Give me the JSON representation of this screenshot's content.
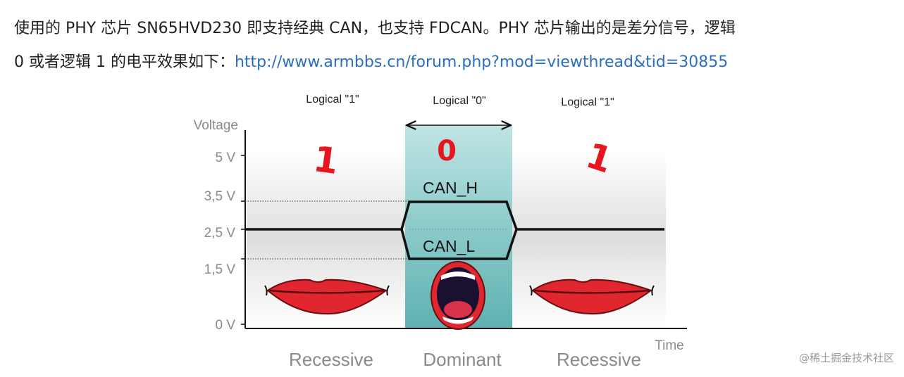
{
  "text": {
    "line1": "使用的 PHY 芯片 SN65HVD230 即支持经典 CAN，也支持 FDCAN。PHY 芯片输出的是差分信号，逻辑",
    "line2_prefix": "0 或者逻辑 1 的电平效果如下：",
    "line2_link": "http://www.armbbs.cn/forum.php?mod=viewthread&tid=30855"
  },
  "diagram": {
    "axis_title": "Voltage",
    "time_label": "Time",
    "voltage_ticks": [
      "5 V",
      "3,5 V",
      "2,5 V",
      "1,5 V",
      "0 V"
    ],
    "logic_labels": [
      "Logical \"1\"",
      "Logical \"0\"",
      "Logical \"1\""
    ],
    "state_labels": [
      "Recessive",
      "Dominant",
      "Recessive"
    ],
    "can_h": "CAN_H",
    "can_l": "CAN_L",
    "handwritten": [
      "1",
      "0",
      "1"
    ],
    "colors": {
      "dominant_fill": "#9ad3d3",
      "signal": "#111111",
      "handwriting": "#e8141e",
      "lips": "#e0262e"
    }
  },
  "watermark": "@稀土掘金技术社区"
}
